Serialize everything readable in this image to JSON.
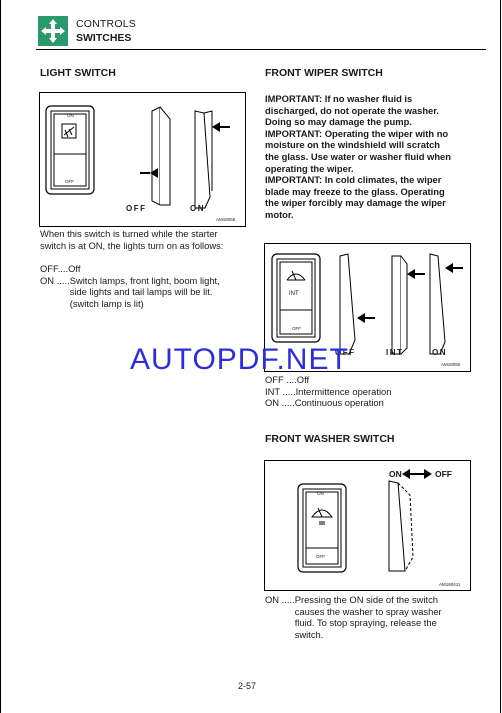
{
  "header": {
    "title": "CONTROLS",
    "subtitle": "SWITCHES"
  },
  "light_switch": {
    "heading": "LIGHT SWITCH",
    "figure": {
      "on": "ON",
      "off": "OFF",
      "label_off": "OFF",
      "label_on": "ON",
      "code": "AM18056"
    },
    "intro": [
      "When this switch is turned while the starter",
      "switch is at ON, the lights turn on as follows:"
    ],
    "defs": [
      {
        "key": "OFF....",
        "lines": [
          "Off"
        ]
      },
      {
        "key": "ON .....",
        "lines": [
          "Switch lamps, front light, boom light,",
          "side lights and tail lamps will be lit.",
          "(switch lamp is lit)"
        ]
      }
    ]
  },
  "front_wiper": {
    "heading": "FRONT WIPER SWITCH",
    "important": [
      "IMPORTANT: If no washer fluid is",
      "discharged, do not operate the washer.",
      "Doing so may damage the pump.",
      "IMPORTANT: Operating the wiper with no",
      "moisture on the windshield will scratch",
      "the glass. Use water or washer fluid when",
      "operating the wiper.",
      "IMPORTANT: In cold climates, the wiper",
      "blade may freeze to the glass. Operating",
      "the wiper forcibly may damage the wiper",
      "motor."
    ],
    "figure": {
      "int": "INT",
      "off": "OFF",
      "label_off": "OFF",
      "label_int": "INT",
      "label_on": "ON",
      "code": "AM18050"
    },
    "defs": [
      {
        "key": "OFF ....",
        "lines": [
          "Off"
        ]
      },
      {
        "key": "INT .....",
        "lines": [
          "Intermittence operation"
        ]
      },
      {
        "key": "ON .....",
        "lines": [
          "Continuous operation"
        ]
      }
    ]
  },
  "front_washer": {
    "heading": "FRONT WASHER SWITCH",
    "figure": {
      "on": "ON",
      "off": "OFF",
      "arrow_on": "ON",
      "arrow_off": "OFF",
      "code": "AM180411"
    },
    "defs": [
      {
        "key": "ON .....",
        "lines": [
          "Pressing the ON side of the switch",
          "causes the washer to spray washer",
          "fluid. To stop spraying, release the",
          "switch."
        ]
      }
    ]
  },
  "watermark": "AUTOPDF.NET",
  "page_number": "2-57",
  "colors": {
    "icon": "#2a9a6a",
    "watermark": "#2c2ce0"
  }
}
